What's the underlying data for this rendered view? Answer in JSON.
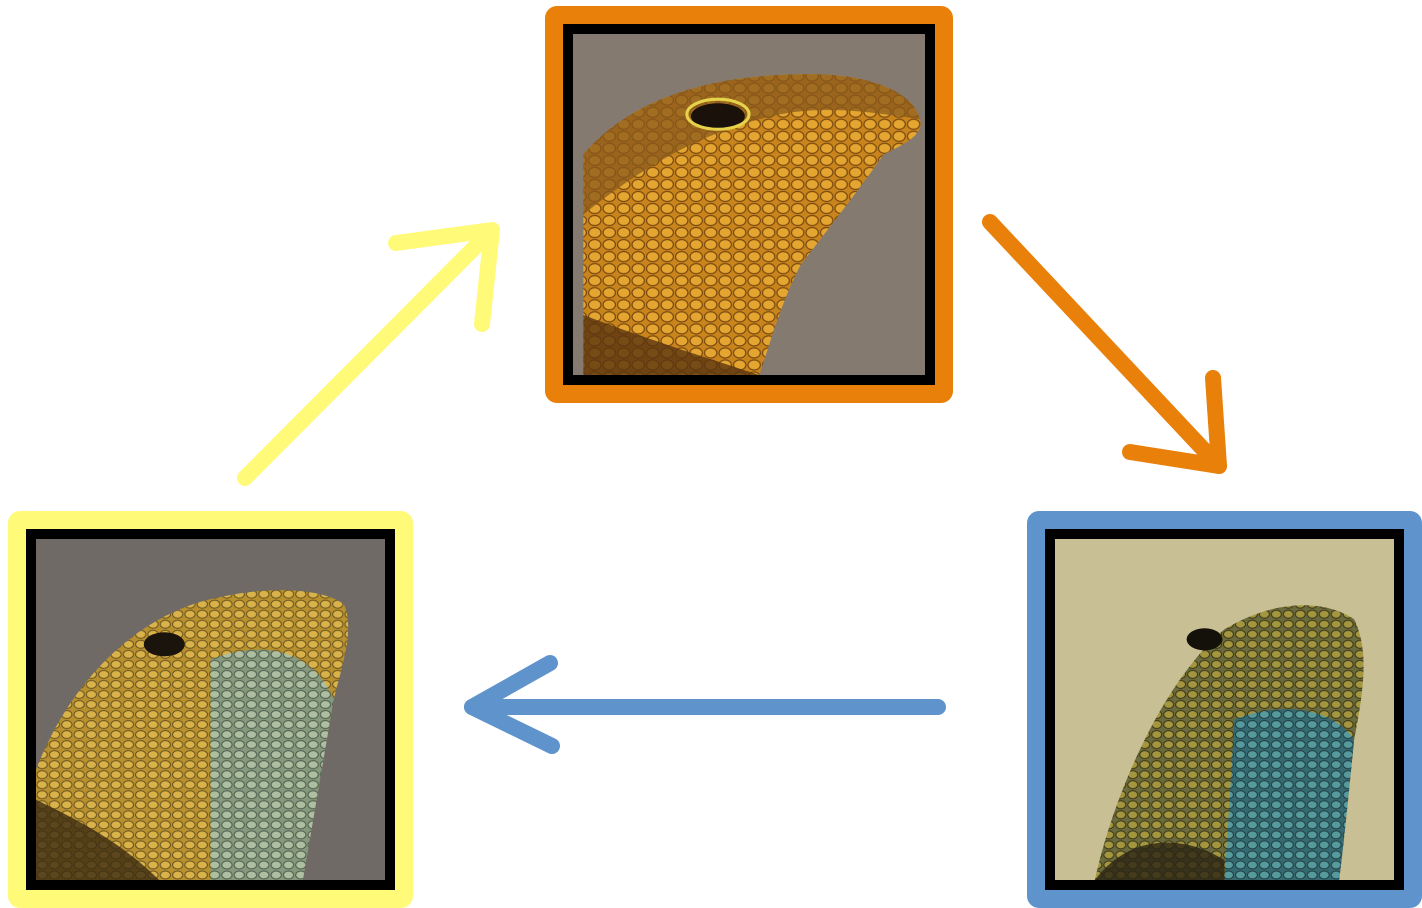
{
  "colors": {
    "top_frame": "#E8800A",
    "left_frame": "#FFFA78",
    "right_frame": "#5F93CB",
    "arrow_yellow": "#FFFA78",
    "arrow_orange": "#E8800A",
    "arrow_blue": "#5F93CB",
    "inner_border": "#000000"
  },
  "panels": [
    {
      "id": "top",
      "subject": "lizard-head-photo",
      "tone": "orange-brown",
      "background": "#857a70"
    },
    {
      "id": "left",
      "subject": "lizard-head-photo",
      "tone": "yellow-teal",
      "background": "#6f6a66"
    },
    {
      "id": "right",
      "subject": "lizard-head-photo",
      "tone": "blue-green",
      "background": "#c9bf94"
    }
  ],
  "flow": [
    {
      "from": "left",
      "to": "top",
      "color": "yellow"
    },
    {
      "from": "top",
      "to": "right",
      "color": "orange"
    },
    {
      "from": "right",
      "to": "left",
      "color": "blue"
    }
  ]
}
